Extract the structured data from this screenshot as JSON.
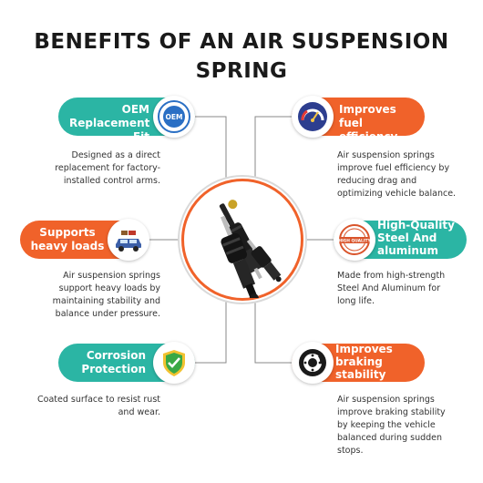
{
  "title": {
    "line1": "BENEFITS OF AN AIR SUSPENSION",
    "line2": "SPRING"
  },
  "colors": {
    "teal": "#2bb5a4",
    "orange": "#f0622a",
    "text": "#333333"
  },
  "benefits": [
    {
      "label": "OEM Replacement Fit",
      "icon": "oem-badge-icon",
      "badge_text": "OEM",
      "description": "Designed as a direct replacement for factory-installed control arms."
    },
    {
      "label": "Improves fuel efficiency",
      "icon": "fuel-gauge-icon",
      "description": "Air suspension springs improve fuel efficiency by reducing drag and optimizing vehicle balance."
    },
    {
      "label": "Supports heavy loads",
      "icon": "car-with-luggage-icon",
      "description": "Air suspension springs support heavy loads by maintaining stability and balance under pressure."
    },
    {
      "label": "High-Quality Steel And aluminum",
      "icon": "high-quality-stamp-icon",
      "badge_text": "HIGH QUALITY",
      "description": "Made from high-strength Steel And Aluminum for long life."
    },
    {
      "label": "Corrosion Protection",
      "icon": "shield-check-icon",
      "description": "Coated surface to resist rust and wear."
    },
    {
      "label": "Improves braking stability",
      "icon": "brake-disc-icon",
      "description": "Air suspension springs improve braking stability by keeping the vehicle balanced during sudden stops."
    }
  ],
  "center_image": "air-suspension-struts-photo"
}
